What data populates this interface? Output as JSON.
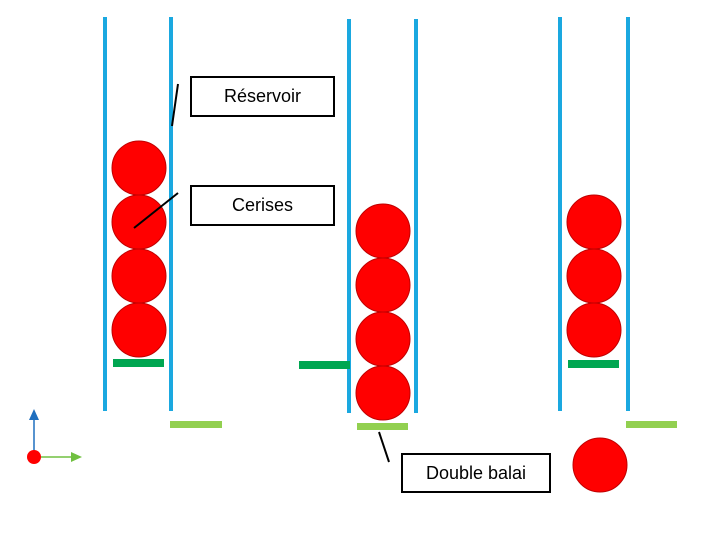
{
  "labels": {
    "reservoir": "Réservoir",
    "cherries": "Cerises",
    "double_broom": "Double balai"
  },
  "colors": {
    "tube": "#1aa8e0",
    "cherry": "#ff0000",
    "cherry_outline": "#c00000",
    "gate_closed": "#00a651",
    "gate_open": "#92d050",
    "axis_vertical": "#1f6fbf",
    "axis_horizontal": "#70c040",
    "leader_line": "#000000"
  },
  "stages": [
    {
      "cherries_in_tube": 4,
      "dropped_cherry": false
    },
    {
      "cherries_in_tube": 4,
      "dropped_cherry": false
    },
    {
      "cherries_in_tube": 3,
      "dropped_cherry": true
    }
  ],
  "axes_icon": [
    "arrow-up",
    "arrow-right"
  ]
}
